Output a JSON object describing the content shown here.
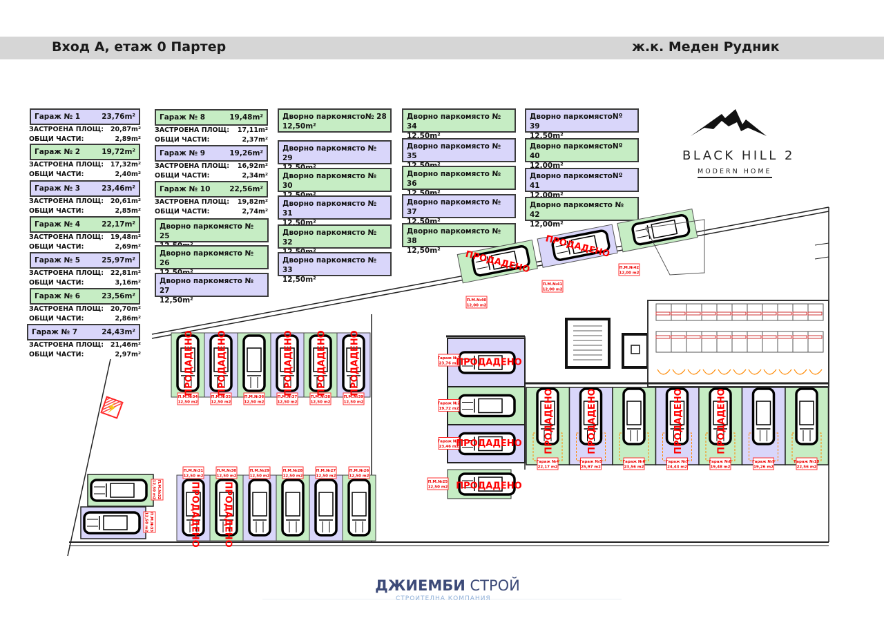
{
  "header": {
    "title": "Вход А, етаж 0 Партер",
    "complex": "ж.к. Меден Рудник"
  },
  "garages_table": [
    {
      "label": "Гараж № 1",
      "area": "23,76m²",
      "built_label": "ЗАСТРОЕНА ПЛОЩ:",
      "built": "20,87m²",
      "common_label": "ОБЩИ ЧАСТИ:",
      "common": "2,89m²",
      "color": "p"
    },
    {
      "label": "Гараж № 2",
      "area": "19,72m²",
      "built_label": "ЗАСТРОЕНА ПЛОЩ:",
      "built": "17,32m²",
      "common_label": "ОБЩИ ЧАСТИ:",
      "common": "2,40m²",
      "color": "g"
    },
    {
      "label": "Гараж № 3",
      "area": "23,46m²",
      "built_label": "ЗАСТРОЕНА ПЛОЩ:",
      "built": "20,61m²",
      "common_label": "ОБЩИ ЧАСТИ:",
      "common": "2,85m²",
      "color": "p"
    },
    {
      "label": "Гараж № 4",
      "area": "22,17m²",
      "built_label": "ЗАСТРОЕНА ПЛОЩ:",
      "built": "19,48m²",
      "common_label": "ОБЩИ ЧАСТИ:",
      "common": "2,69m²",
      "color": "g"
    },
    {
      "label": "Гараж № 5",
      "area": "25,97m²",
      "built_label": "ЗАСТРОЕНА ПЛОЩ:",
      "built": "22,81m²",
      "common_label": "ОБЩИ ЧАСТИ:",
      "common": "3,16m²",
      "color": "p"
    },
    {
      "label": "Гараж № 6",
      "area": "23,56m²",
      "built_label": "ЗАСТРОЕНА ПЛОЩ:",
      "built": "20,70m²",
      "common_label": "ОБЩИ ЧАСТИ:",
      "common": "2,86m²",
      "color": "g"
    },
    {
      "label": "Гараж № 7",
      "area": "24,43m²",
      "built_label": "ЗАСТРОЕНА ПЛОЩ:",
      "built": "21,46m²",
      "common_label": "ОБЩИ ЧАСТИ:",
      "common": "2,97m²",
      "color": "p"
    },
    {
      "label": "Гараж № 8",
      "area": "19,48m²",
      "built_label": "ЗАСТРОЕНА ПЛОЩ:",
      "built": "17,11m²",
      "common_label": "ОБЩИ ЧАСТИ:",
      "common": "2,37m²",
      "color": "g"
    },
    {
      "label": "Гараж № 9",
      "area": "19,26m²",
      "built_label": "ЗАСТРОЕНА ПЛОЩ:",
      "built": "16,92m²",
      "common_label": "ОБЩИ ЧАСТИ:",
      "common": "2,34m²",
      "color": "p"
    },
    {
      "label": "Гараж № 10",
      "area": "22,56m²",
      "built_label": "ЗАСТРОЕНА ПЛОЩ:",
      "built": "19,82m²",
      "common_label": "ОБЩИ ЧАСТИ:",
      "common": "2,74m²",
      "color": "g"
    }
  ],
  "parking_table": [
    {
      "label": "Дворно паркомясто № 25",
      "area": "12,50m²",
      "color": "g"
    },
    {
      "label": "Дворно паркомясто № 26",
      "area": "12,50m²",
      "color": "g"
    },
    {
      "label": "Дворно паркомясто № 27",
      "area": "12,50m²",
      "color": "p"
    },
    {
      "label": "Дворно паркомясто№ 28",
      "area": "12,50m²",
      "color": "g"
    },
    {
      "label": "Дворно паркомясто № 29",
      "area": "12,50m²",
      "color": "p"
    },
    {
      "label": "Дворно паркомясто № 30",
      "area": "12,50m²",
      "color": "g"
    },
    {
      "label": "Дворно паркомясто № 31",
      "area": "12,50m²",
      "color": "p"
    },
    {
      "label": "Дворно паркомясто № 32",
      "area": "12,50m²",
      "color": "g"
    },
    {
      "label": "Дворно паркомясто № 33",
      "area": "12,50m²",
      "color": "p"
    },
    {
      "label": "Дворно паркомясто № 34",
      "area": "12,50m²",
      "color": "g"
    },
    {
      "label": "Дворно паркомясто № 35",
      "area": "12,50m²",
      "color": "p"
    },
    {
      "label": "Дворно паркомясто № 36",
      "area": "12,50m²",
      "color": "g"
    },
    {
      "label": "Дворно паркомясто № 37",
      "area": "12,50m²",
      "color": "p"
    },
    {
      "label": "Дворно паркомясто № 38",
      "area": "12,50m²",
      "color": "g"
    },
    {
      "label": "Дворно паркомястоNº 39",
      "area": "12,50m²",
      "color": "p"
    },
    {
      "label": "Дворно паркомястоNº 40",
      "area": "12,00m²",
      "color": "g"
    },
    {
      "label": "Дворно паркомястоNº 41",
      "area": "12,00m²",
      "color": "p"
    },
    {
      "label": "Дворно паркомясто № 42",
      "area": "12,00m²",
      "color": "g"
    }
  ],
  "plan": {
    "sold_label": "ПРОДАДЕНО",
    "top_row": [
      {
        "label": "П.М.№34",
        "area": "12,50 m2",
        "color": "g",
        "sold": true
      },
      {
        "label": "П.М.№35",
        "area": "12,50 m2",
        "color": "p",
        "sold": true
      },
      {
        "label": "П.М.№36",
        "area": "12,50 m2",
        "color": "g",
        "sold": false
      },
      {
        "label": "П.М.№37",
        "area": "12,50 m2",
        "color": "p",
        "sold": true
      },
      {
        "label": "П.М.№38",
        "area": "12,50 m2",
        "color": "g",
        "sold": true
      },
      {
        "label": "П.М.№39",
        "area": "12,50 m2",
        "color": "p",
        "sold": true
      }
    ],
    "bottom_row": [
      {
        "label": "П.М.№31",
        "area": "12,50 m2",
        "color": "p",
        "sold": true
      },
      {
        "label": "П.М.№30",
        "area": "12,50 m2",
        "color": "g",
        "sold": true
      },
      {
        "label": "П.М.№29",
        "area": "12,50 m2",
        "color": "p",
        "sold": false
      },
      {
        "label": "П.М.№28",
        "area": "12,50 m2",
        "color": "g",
        "sold": false
      },
      {
        "label": "П.М.№27",
        "area": "12,50 m2",
        "color": "p",
        "sold": false
      },
      {
        "label": "П.М.№26",
        "area": "12,50 m2",
        "color": "g",
        "sold": false
      }
    ],
    "side_spaces": [
      {
        "label": "П.М.№32",
        "area": "12,50 m2",
        "color": "g"
      },
      {
        "label": "П.М.№33",
        "area": "12,50 m2",
        "color": "p"
      }
    ],
    "slanted": [
      {
        "label": "П.М.№40",
        "area": "12,00 m2",
        "color": "g",
        "sold": true
      },
      {
        "label": "П.М.№41",
        "area": "12,00 m2",
        "color": "p",
        "sold": true
      },
      {
        "label": "П.М.№42",
        "area": "12,00 m2",
        "color": "g",
        "sold": false
      }
    ],
    "left_garages": [
      {
        "label": "Гараж №1",
        "area": "23,76 m2",
        "color": "p",
        "sold": true
      },
      {
        "label": "Гараж №2",
        "area": "19,72 m2",
        "color": "g",
        "sold": false
      },
      {
        "label": "Гараж №3",
        "area": "23,46 m2",
        "color": "p",
        "sold": true
      },
      {
        "label": "П.М.№25",
        "area": "12,50 m2",
        "color": "g",
        "sold": true
      }
    ],
    "bottom_garages": [
      {
        "label": "Гараж №4",
        "area": "22,17 m2",
        "color": "g",
        "sold": true
      },
      {
        "label": "Гараж №5",
        "area": "25,97 m2",
        "color": "p",
        "sold": true
      },
      {
        "label": "Гараж №6",
        "area": "23,56 m2",
        "color": "g",
        "sold": false
      },
      {
        "label": "Гараж №7",
        "area": "24,43 m2",
        "color": "p",
        "sold": true
      },
      {
        "label": "Гараж №8",
        "area": "19,48 m2",
        "color": "g",
        "sold": true
      },
      {
        "label": "Гараж №9",
        "area": "19,26 m2",
        "color": "p",
        "sold": false
      },
      {
        "label": "Гараж №10",
        "area": "22,56 m2",
        "color": "g",
        "sold": false
      }
    ]
  },
  "logo": {
    "name": "BLACK HILL 2",
    "tagline": "MODERN HOME"
  },
  "footer": {
    "company_bold": "ДЖИЕМБИ",
    "company_light": "СТРОЙ",
    "subtitle": "СТРОИТЕЛНА КОМПАНИЯ"
  },
  "colors": {
    "green": "#c6edc4",
    "purple": "#d9d6fa",
    "sold": "#ff0000",
    "footer": "#3c4a78"
  }
}
